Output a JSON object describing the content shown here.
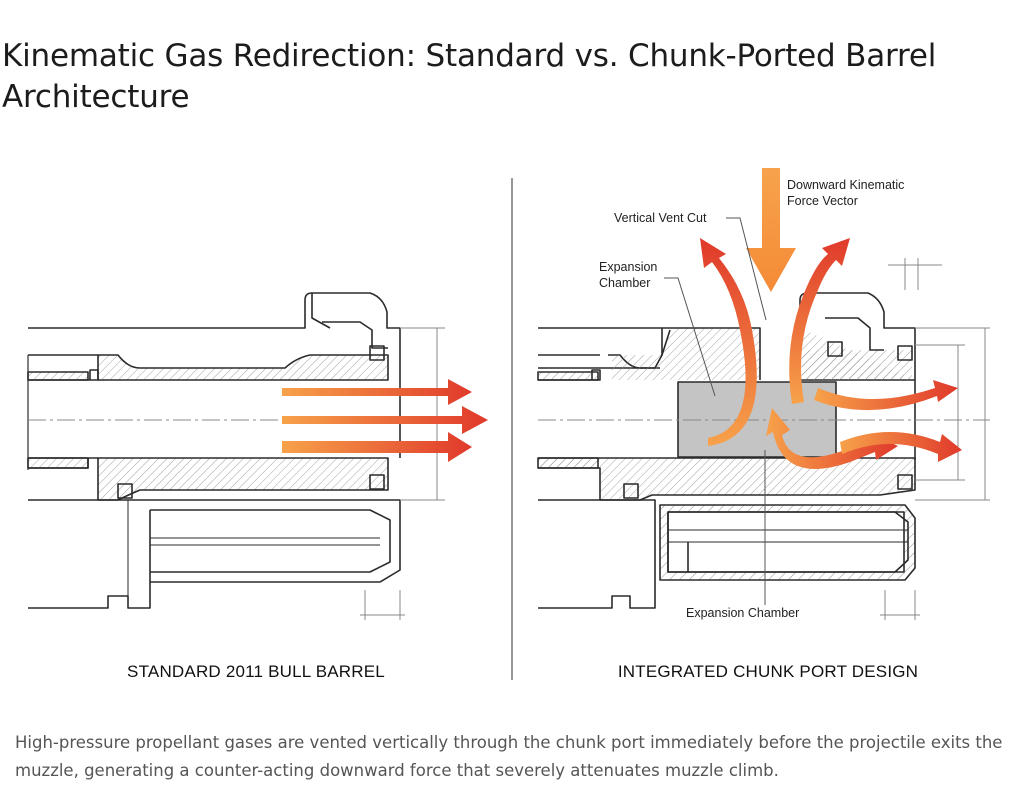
{
  "header": {
    "title": "Kinematic Gas Redirection: Standard vs. Chunk-Ported Barrel Architecture"
  },
  "diagram": {
    "left_panel": {
      "caption": "STANDARD 2011 BULL BARREL"
    },
    "right_panel": {
      "caption": "INTEGRATED CHUNK PORT DESIGN",
      "labels": {
        "force_vector_line1": "Downward Kinematic",
        "force_vector_line2": "Force Vector",
        "vertical_vent_cut": "Vertical Vent Cut",
        "expansion_chamber_top_line1": "Expansion",
        "expansion_chamber_top_line2": "Chamber",
        "expansion_chamber_bottom": "Expansion Chamber"
      }
    },
    "colors": {
      "gas_orange": "#f7a24a",
      "gas_red": "#e0392b",
      "metal_line": "#2b2b2b",
      "chamber_fill": "#bdbdbd"
    }
  },
  "footer": {
    "caption": "High-pressure propellant gases are vented vertically through the chunk port immediately before the projectile exits the muzzle, generating a counter-acting downward force that severely attenuates muzzle climb."
  }
}
